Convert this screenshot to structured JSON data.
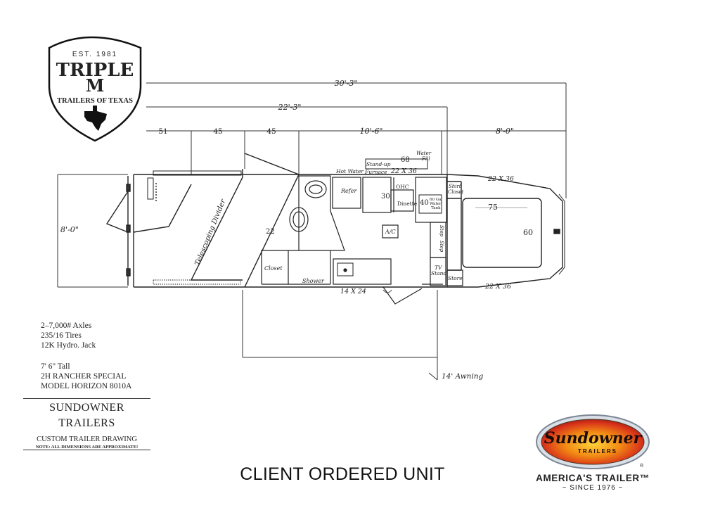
{
  "logo_triple_m": {
    "est": "EST. 1981",
    "name_top": "TRIPLE",
    "name_mid": "M",
    "name_bottom": "TRAILERS OF TEXAS"
  },
  "dimensions": {
    "overall_length": "30'-3\"",
    "living_length": "22'-3\"",
    "seg_1": "51",
    "seg_2": "45",
    "seg_3": "45",
    "seg_4": "10'-6\"",
    "seg_5": "8'-0\"",
    "width": "8'-0\"",
    "awning": "14' Awning",
    "counter_68": "68",
    "window_top": "22 X 36",
    "window_nose_top": "22 X 36",
    "window_nose_bottom": "22 X 36",
    "window_side": "14 X 24",
    "bed_length": "75",
    "bed_width": "60",
    "dim_30": "30",
    "dim_40": "40",
    "dim_22": "22"
  },
  "room_labels": {
    "telescoping_divider": "Telescoping Divider",
    "hot_water": "Hot Water",
    "stand_up": "Stand-up",
    "furnace": "Furnace",
    "water": "Water",
    "fill": "Fill",
    "refer": "Refer",
    "ohc": "OHC",
    "dinette": "Dinette",
    "gal_tank_1": "60 Gal",
    "gal_tank_2": "Water",
    "gal_tank_3": "Tank",
    "shirt": "Shirt",
    "closet_shirt": "Closet",
    "ac": "A/C",
    "step": "Step",
    "closet": "Closet",
    "shower": "Shower",
    "tv": "TV",
    "stand": "Stand",
    "store": "Store"
  },
  "specs": {
    "axles": "2–7,000# Axles",
    "tires": "235/16 Tires",
    "jack": "12K Hydro. Jack",
    "tall": "7' 6\" Tall",
    "model_name": "2H RANCHER SPECIAL",
    "model_number": "MODEL HORIZON 8010A"
  },
  "brand_box": {
    "line1": "SUNDOWNER",
    "line2": "TRAILERS",
    "line3": "CUSTOM TRAILER DRAWING",
    "note": "NOTE: ALL DIMENSIONS ARE APPROXIMATE!"
  },
  "footer": {
    "client_text": "CLIENT ORDERED UNIT"
  },
  "sundowner_logo": {
    "script": "Sundowner",
    "sub": "TRAILERS",
    "reg": "®",
    "tagline": "AMERICA'S TRAILER™",
    "since": "~ SINCE 1976 ~"
  }
}
